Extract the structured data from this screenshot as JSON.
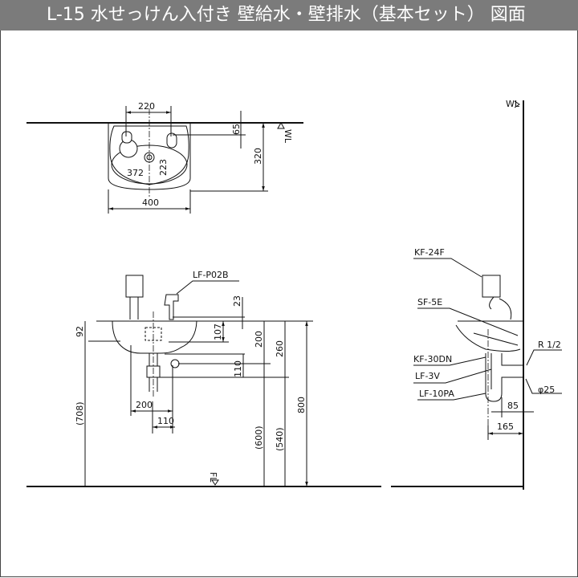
{
  "title": "L-15 水せっけん入付き 壁給水・壁排水（基本セット） 図面",
  "top_view": {
    "dims": {
      "faucet_spacing": "220",
      "depth_offset": "65",
      "depth": "320",
      "bowl_width": "372",
      "bowl_depth": "223",
      "width": "400"
    },
    "wall_label": "WL"
  },
  "front_view": {
    "faucet_label": "LF-P02B",
    "dims": {
      "faucet_height": "23",
      "rim_to_supply": "107",
      "rim_to_drain_a": "200",
      "rim_to_drain_b": "260",
      "floor_to_rim": "800",
      "floor_to_supply": "(600)",
      "floor_to_drain": "(540)",
      "floor_to_bottom": "(708)",
      "bowl_height": "92",
      "supply_drain_gap": "110",
      "drain_to_supply_h": "200",
      "center_to_supply": "110"
    },
    "floor_label": "FL"
  },
  "side_view": {
    "wall_label": "WL",
    "parts": [
      "KF-24F",
      "SF-5E",
      "KF-30DN",
      "LF-3V",
      "LF-10PA"
    ],
    "supply_thread": "R 1/2",
    "drain_diameter": "φ25",
    "dims": {
      "drain_from_wall": "85",
      "outlet_from_wall": "165"
    }
  }
}
